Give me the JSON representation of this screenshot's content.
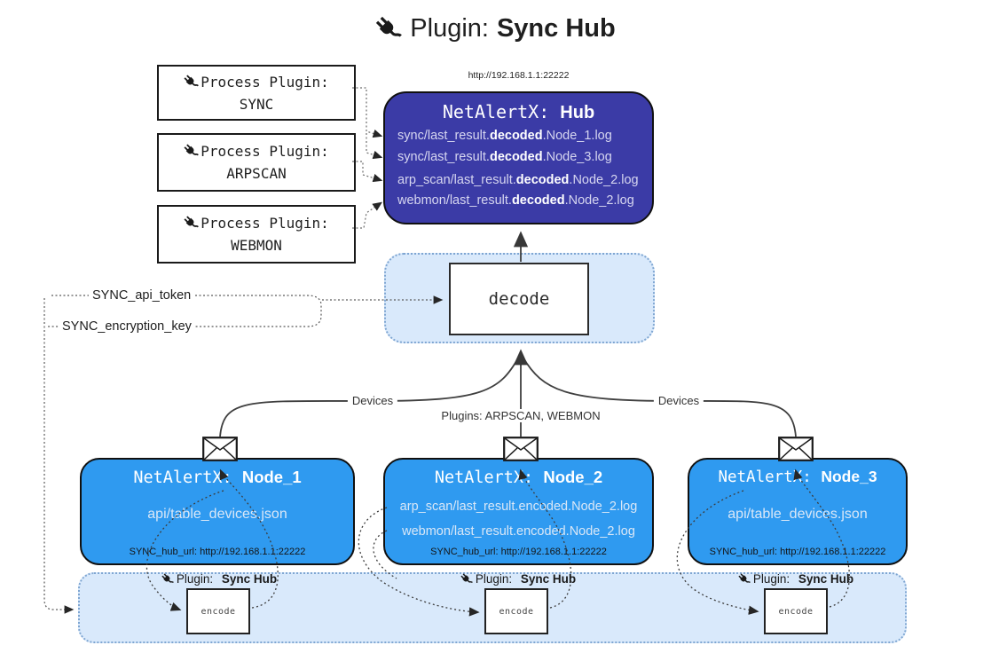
{
  "title": {
    "prefix": "Plugin:",
    "name": "Sync Hub"
  },
  "hub": {
    "url": "http://192.168.1.1:22222",
    "name_prefix": "NetAlertX: ",
    "name": "Hub",
    "files": [
      {
        "pre": "sync/last_result.",
        "bold": "decoded",
        "post": ".Node_1.log"
      },
      {
        "pre": "sync/last_result.",
        "bold": "decoded",
        "post": ".Node_3.log"
      },
      {
        "pre": "arp_scan/last_result.",
        "bold": "decoded",
        "post": ".Node_2.log"
      },
      {
        "pre": "webmon/last_result.",
        "bold": "decoded",
        "post": ".Node_2.log"
      }
    ]
  },
  "process_plugins": [
    {
      "label": "Process Plugin:",
      "name": "SYNC"
    },
    {
      "label": "Process Plugin:",
      "name": "ARPSCAN"
    },
    {
      "label": "Process Plugin:",
      "name": "WEBMON"
    }
  ],
  "decode_box": {
    "label": "decode"
  },
  "config": {
    "api_token": "SYNC_api_token",
    "encryption_key": "SYNC_encryption_key"
  },
  "edges": {
    "devices_left": "Devices",
    "plugins_center": "Plugins: ARPSCAN, WEBMON",
    "devices_right": "Devices"
  },
  "nodes": [
    {
      "name_prefix": "NetAlertX: ",
      "name": "Node_1",
      "files": [
        "api/table_devices.json"
      ],
      "hub_url": "SYNC_hub_url: http://192.168.1.1:22222"
    },
    {
      "name_prefix": "NetAlertX: ",
      "name": "Node_2",
      "files": [
        "arp_scan/last_result.encoded.Node_2.log",
        "webmon/last_result.encoded.Node_2.log"
      ],
      "hub_url": "SYNC_hub_url: http://192.168.1.1:22222"
    },
    {
      "name_prefix": "NetAlertX: ",
      "name": "Node_3",
      "files": [
        "api/table_devices.json"
      ],
      "hub_url": "SYNC_hub_url: http://192.168.1.1:22222"
    }
  ],
  "encoders": [
    {
      "plugin_prefix": "Plugin:",
      "plugin_name": "Sync Hub",
      "label": "encode"
    },
    {
      "plugin_prefix": "Plugin:",
      "plugin_name": "Sync Hub",
      "label": "encode"
    },
    {
      "plugin_prefix": "Plugin:",
      "plugin_name": "Sync Hub",
      "label": "encode"
    }
  ],
  "colors": {
    "hub_bg": "#3b3ba6",
    "node_bg": "#2f9af0",
    "panel_bg": "#d9e9fb",
    "panel_border": "#7fa6d2",
    "hub_file_text": "#d6d6f0",
    "node_file_text": "#d9e7f7"
  }
}
